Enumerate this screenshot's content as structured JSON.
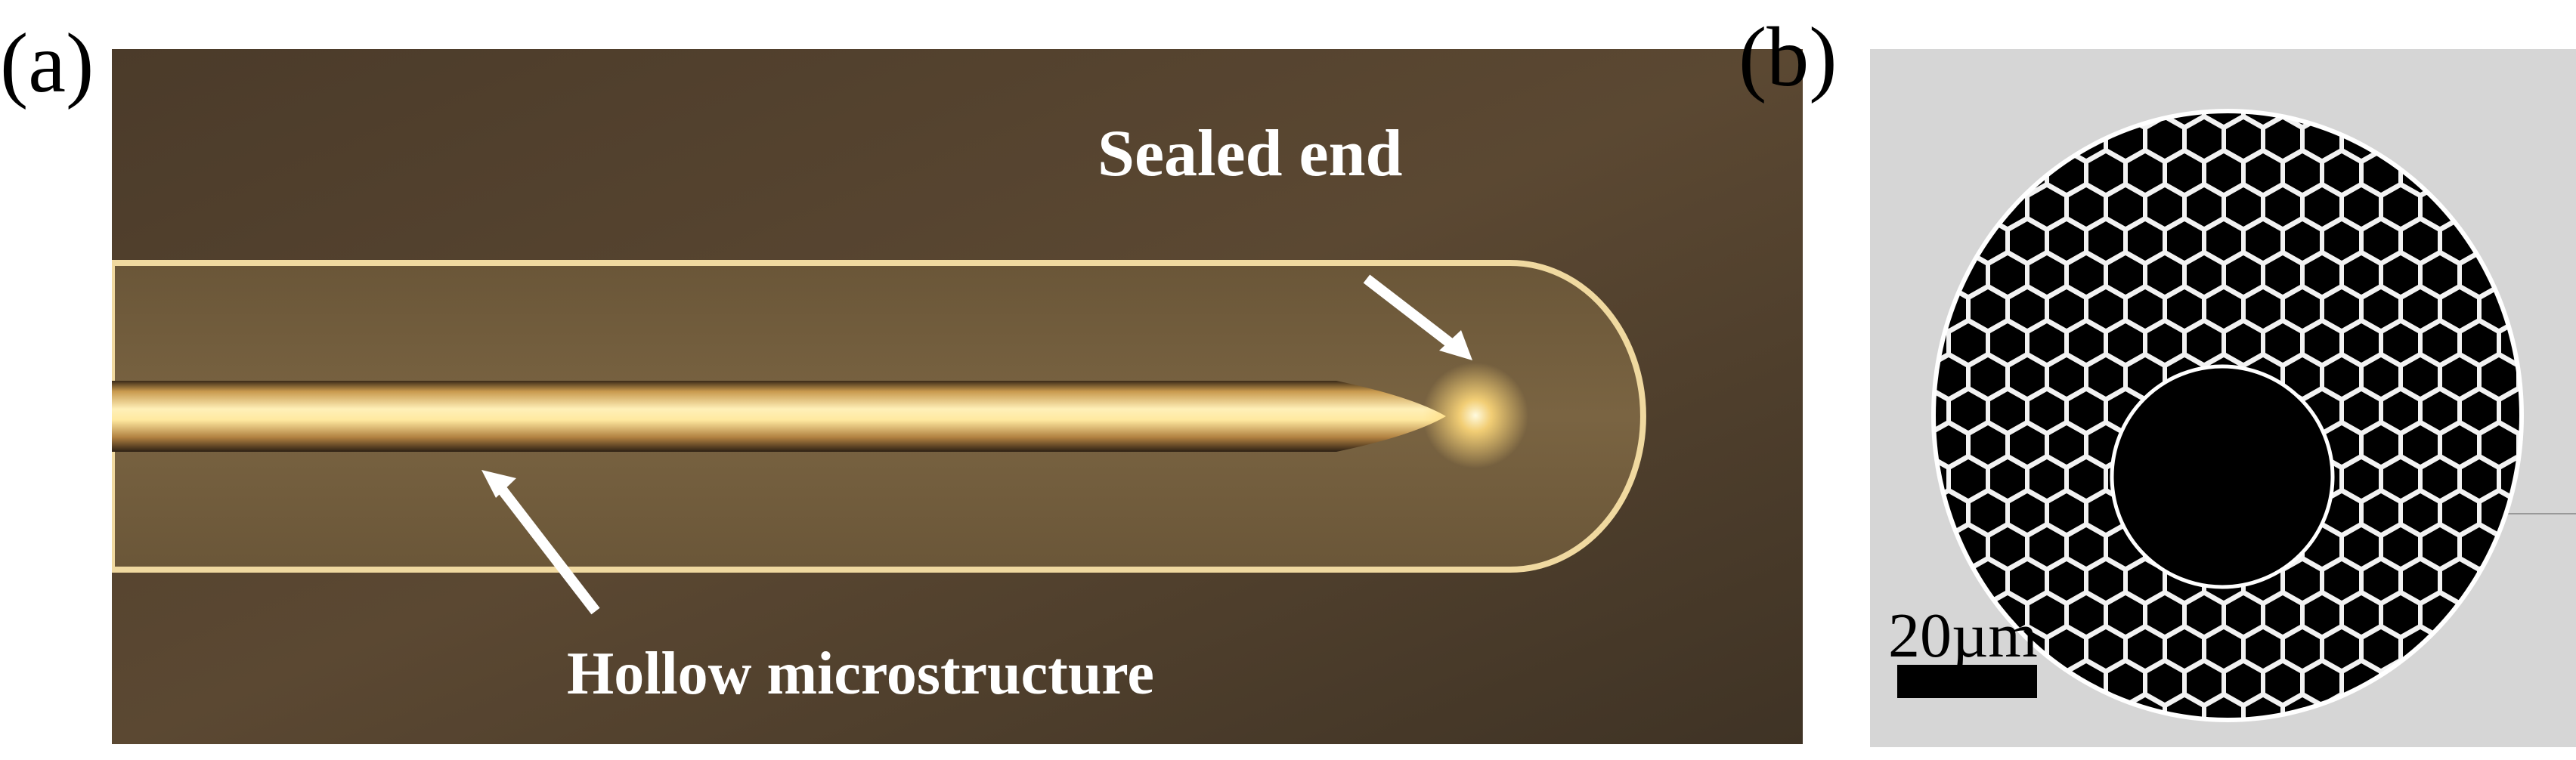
{
  "figure": {
    "panel_a": {
      "label": "(a)",
      "annotations": {
        "sealed_end": "Sealed end",
        "hollow_microstructure": "Hollow microstructure"
      }
    },
    "panel_b": {
      "label": "(b)",
      "scale_bar": "20µm"
    }
  }
}
